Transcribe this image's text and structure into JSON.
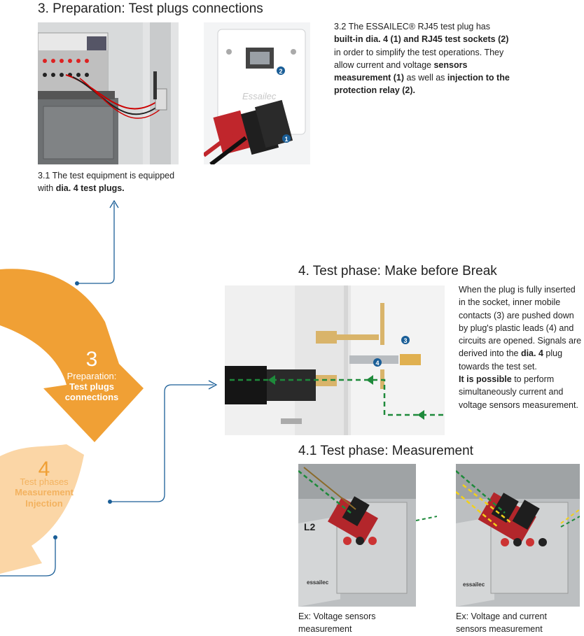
{
  "section3": {
    "title": "3. Preparation: Test plugs connections",
    "caption_3_1": {
      "line1": "3.1 The test equipment is equipped",
      "line2_pre": "with ",
      "line2_bold": "dia. 4 test plugs."
    },
    "text_3_2": {
      "l1": "3.2 The ESSAILEC® RJ45 test plug has",
      "l2_bold": "built-in dia. 4 (1) and RJ45 test sockets (2)",
      "l3": "in order to simplify the test operations. They",
      "l4_pre": "allow current and voltage ",
      "l4_bold": "sensors",
      "l5_bold1": "measurement (1)",
      "l5_mid": " as well as ",
      "l5_bold2": "injection to the",
      "l6_bold": "protection relay (2)."
    },
    "markers": [
      "1",
      "2"
    ],
    "brand_on_plug": "Essailec"
  },
  "section4": {
    "title": "4. Test phase: Make before Break",
    "text": {
      "l1": "When the plug is fully inserted",
      "l2": "in the socket, inner mobile",
      "l3": "contacts (3) are pushed down",
      "l4": "by plug's plastic leads (4) and",
      "l5": "circuits are opened. Signals are",
      "l6_pre": "derived into the ",
      "l6_bold": "dia. 4",
      "l6_post": " plug",
      "l7": "towards the test set.",
      "l8_bold": "It is possible",
      "l8_post": " to perform",
      "l9": "simultaneously current and",
      "l10": "voltage sensors measurement."
    },
    "markers": [
      "3",
      "4"
    ]
  },
  "section41": {
    "title": "4.1 Test phase: Measurement",
    "caption_left_l1": "Ex: Voltage sensors",
    "caption_left_l2": "measurement",
    "caption_right_l1": "Ex: Voltage and current",
    "caption_right_l2": "sensors measurement",
    "label_l2": "L2",
    "brand": "essailec"
  },
  "cycle": {
    "step3_number": "3",
    "step3_l1": "Preparation:",
    "step3_l2": "Test plugs",
    "step3_l3": "connections",
    "step4_number": "4",
    "step4_l1": "Test phases",
    "step4_l2": "Measurement",
    "step4_l3": "Injection"
  },
  "colors": {
    "orange_dark": "#f0a035",
    "orange_light": "#fbd6a6",
    "connector_blue": "#1a5e97",
    "arrow_green": "#1e8a3b",
    "marker_blue": "#1a5e97"
  }
}
